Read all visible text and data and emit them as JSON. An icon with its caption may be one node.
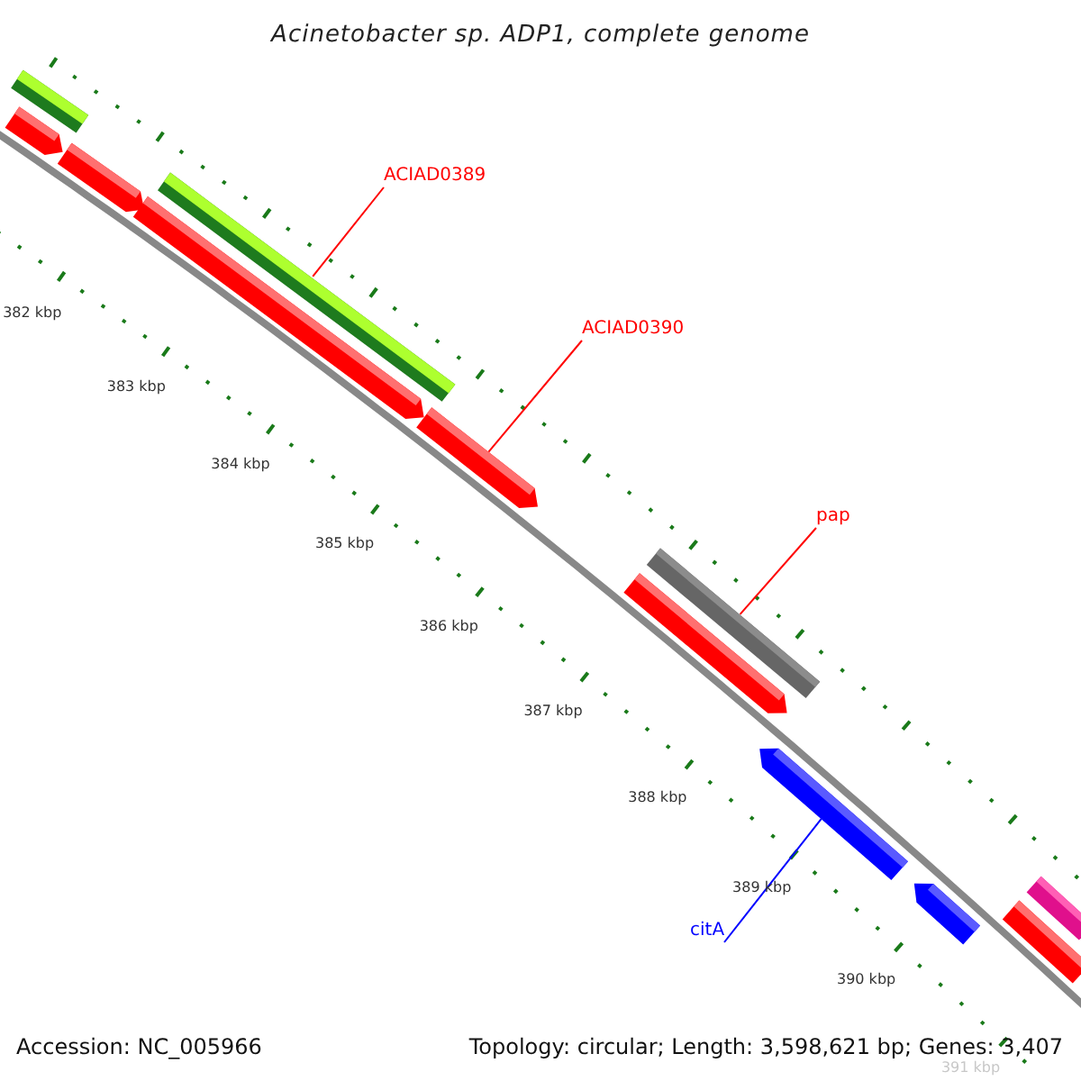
{
  "diagram": {
    "title": "Acinetobacter sp. ADP1, complete genome",
    "nodes": [
      {
        "text": [],
        "shape": "bar"
      },
      {
        "text": [],
        "shape": "bar"
      },
      {
        "text": [],
        "shape": "bar"
      },
      {
        "text": [
          "ACIAD0389"
        ]
      },
      {
        "text": [],
        "shape": "bar"
      },
      {
        "text": [],
        "shape": "bar"
      },
      {
        "text": [
          "ACIAD0390"
        ]
      },
      {
        "text": [],
        "shape": "bar"
      },
      {
        "text": [
          "pap"
        ]
      },
      {
        "text": [],
        "shape": "bar"
      },
      {
        "text": [],
        "shape": "bar"
      },
      {
        "text": [],
        "shape": "bar"
      },
      {
        "text": [
          "citA"
        ]
      },
      {
        "text": [],
        "shape": "bar"
      },
      {
        "text": [],
        "shape": "bar"
      },
      {
        "text": [],
        "shape": "bar"
      }
    ],
    "edges": [
      {
        "from": 3,
        "to": 4,
        "arrow": "none"
      },
      {
        "from": 6,
        "to": 7,
        "arrow": "none"
      },
      {
        "from": 8,
        "to": 9,
        "arrow": "none"
      },
      {
        "from": 12,
        "to": 11,
        "arrow": "none",
        "color": "#0000ff"
      }
    ],
    "labels": [
      "382 kbp",
      "383 kbp",
      "384 kbp",
      "385 kbp",
      "386 kbp",
      "387 kbp",
      "388 kbp",
      "389 kbp",
      "390 kbp",
      "391 kbp",
      "Accession: NC_005966",
      "Topology: circular; Length: 3,598,621 bp; Genes: 3,407"
    ]
  }
}
